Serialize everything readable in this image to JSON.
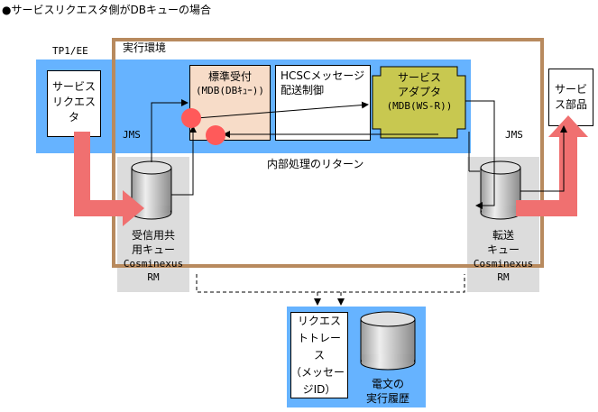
{
  "title": "●サービスリクエスタ側がDBキューの場合",
  "labels": {
    "tp1ee": "TP1/EE",
    "exec_env": "実行環境",
    "jms_left": "JMS",
    "jms_right": "JMS",
    "internal_return": "内部処理のリターン"
  },
  "requester": {
    "lines": [
      "サービス",
      "リクエス",
      "タ"
    ]
  },
  "standard_receiver": {
    "line1": "標準受付",
    "line2": "(MDB(DBｷｭｰ))"
  },
  "hcsc": {
    "line1": "HCSCメッセージ",
    "line2": "配送制御"
  },
  "adapter": {
    "line1": "サービス",
    "line2": "アダプタ",
    "line3": "(MDB(WS-R))"
  },
  "service_part": {
    "line1": "サービ",
    "line2": "ス部品"
  },
  "receive_queue": {
    "line1": "受信用共",
    "line2": "用キュー",
    "rm1": "Cosminexus",
    "rm2": "RM"
  },
  "transfer_queue": {
    "line1": "転送",
    "line2": "キュー",
    "rm1": "Cosminexus",
    "rm2": "RM"
  },
  "trace": {
    "lines": [
      "リクエス",
      "トトレー",
      "ス",
      "（メッセー",
      "ジID）"
    ]
  },
  "history": {
    "line1": "電文の",
    "line2": "実行履歴"
  },
  "colors": {
    "blue": "#66b3ff",
    "gray": "#dcdcdc",
    "frame": "#b88a5e",
    "peach": "#f7dcc8",
    "olive": "#c8c850",
    "red": "#ff6464",
    "pink": "#f07070"
  }
}
